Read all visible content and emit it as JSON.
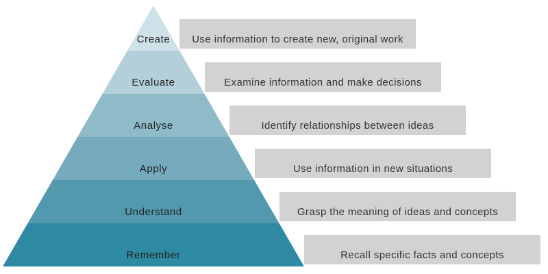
{
  "diagram": {
    "type": "pyramid",
    "levels": [
      {
        "label": "Create",
        "description": "Use information to create new, original work",
        "color": "#cfe1e8"
      },
      {
        "label": "Evaluate",
        "description": "Examine information and make decisions",
        "color": "#b3d0da"
      },
      {
        "label": "Analyse",
        "description": "Identify relationships between ideas",
        "color": "#8fbac8"
      },
      {
        "label": "Apply",
        "description": "Use information in new situations",
        "color": "#76abbe"
      },
      {
        "label": "Understand",
        "description": "Grasp the meaning of ideas and concepts",
        "color": "#5399ae"
      },
      {
        "label": "Remember",
        "description": "Recall specific facts and concepts",
        "color": "#2e8aa2"
      }
    ],
    "description_box_color": "#d2d2d2",
    "label_text_color": "#222222",
    "description_text_color": "#333333"
  }
}
